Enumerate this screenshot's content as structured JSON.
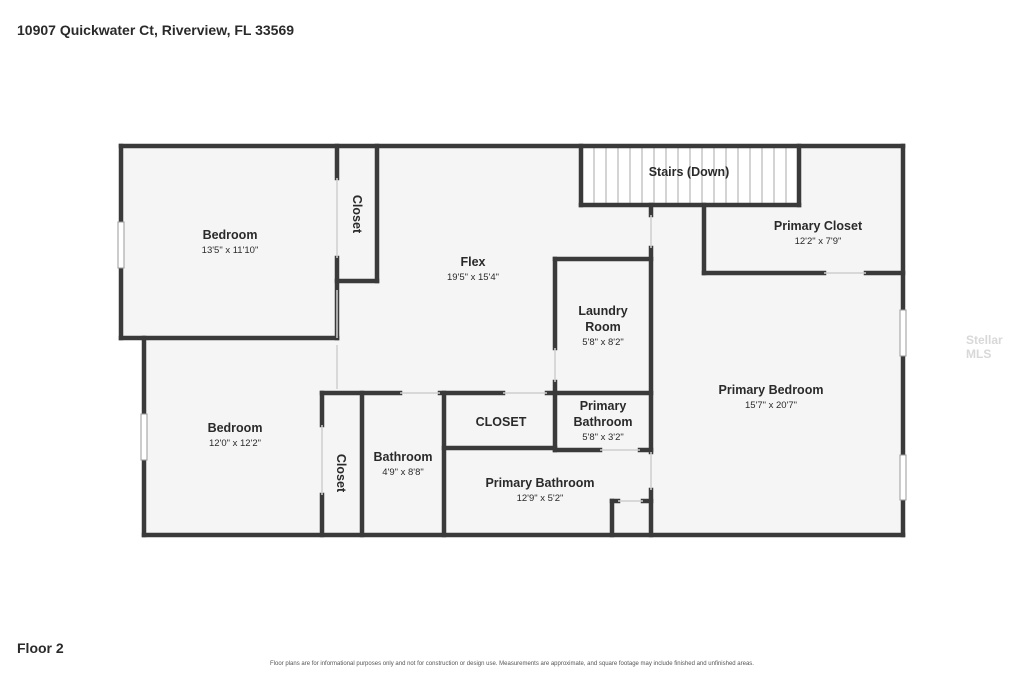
{
  "header": {
    "address": "10907 Quickwater Ct, Riverview, FL 33569"
  },
  "footer": {
    "floor": "Floor 2",
    "disclaimer": "Floor plans are for informational purposes only and not for construction or design use. Measurements are approximate, and square footage may include finished and unfinished areas."
  },
  "watermark": "Stellar MLS",
  "colors": {
    "wall": "#3a3a3a",
    "floor": "#f5f5f5",
    "background": "#ffffff"
  },
  "rooms": {
    "bedroom_1": {
      "name": "Bedroom",
      "dims": "13'5\" x 11'10\""
    },
    "closet_1": {
      "name": "Closet"
    },
    "flex": {
      "name": "Flex",
      "dims": "19'5\" x 15'4\""
    },
    "stairs": {
      "name": "Stairs (Down)"
    },
    "primary_closet": {
      "name": "Primary Closet",
      "dims": "12'2\" x 7'9\""
    },
    "laundry": {
      "name_line1": "Laundry",
      "name_line2": "Room",
      "dims": "5'8\" x 8'2\""
    },
    "primary_bedroom": {
      "name": "Primary Bedroom",
      "dims": "15'7\" x 20'7\""
    },
    "bedroom_2": {
      "name": "Bedroom",
      "dims": "12'0\" x 12'2\""
    },
    "closet_2": {
      "name": "Closet"
    },
    "bathroom": {
      "name": "Bathroom",
      "dims": "4'9\" x 8'8\""
    },
    "closet_3": {
      "name": "CLOSET"
    },
    "primary_bath_small": {
      "name_line1": "Primary",
      "name_line2": "Bathroom",
      "dims": "5'8\" x 3'2\""
    },
    "primary_bath": {
      "name": "Primary Bathroom",
      "dims": "12'9\" x 5'2\""
    }
  }
}
